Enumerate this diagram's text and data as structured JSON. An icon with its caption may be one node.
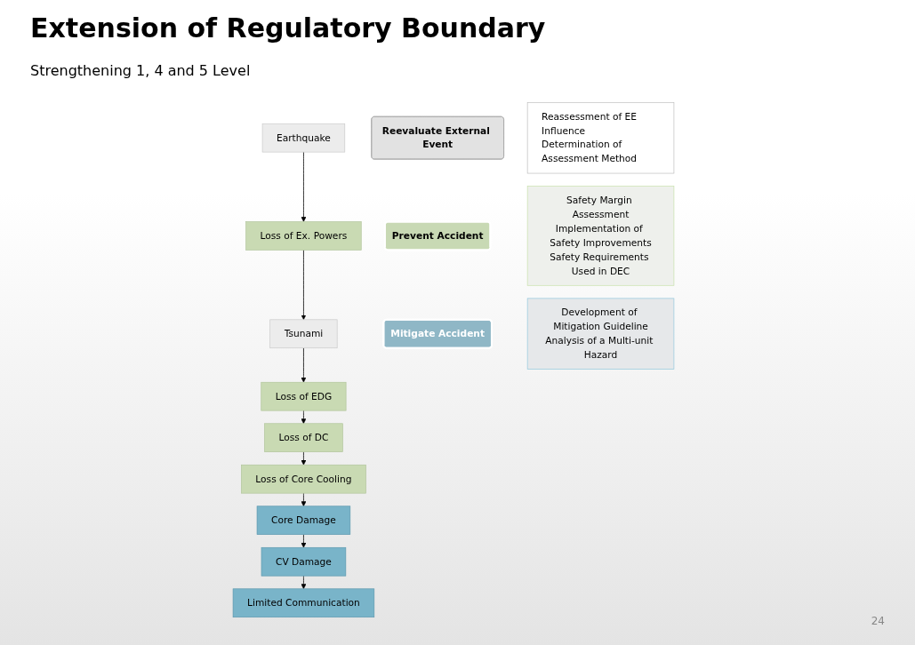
{
  "diagram": {
    "title": "Extension of Regulatory Boundary",
    "nodes": [
      {
        "text": [
          "Earthquake"
        ]
      },
      {
        "text": [
          "Loss of Ex. Powers"
        ]
      },
      {
        "text": [
          "Tsunami"
        ]
      },
      {
        "text": [
          "Loss of EDG"
        ]
      },
      {
        "text": [
          "Loss of DC"
        ]
      },
      {
        "text": [
          "Loss of Core Cooling"
        ]
      },
      {
        "text": [
          "Core Damage"
        ]
      },
      {
        "text": [
          "CV Damage"
        ]
      },
      {
        "text": [
          "Limited Communication"
        ]
      },
      {
        "text": [
          "Reevaluate External Event"
        ]
      },
      {
        "text": [
          "Reassessment of EE Influence",
          "Determination of Assessment Method"
        ]
      },
      {
        "text": [
          "Prevent Accident"
        ]
      },
      {
        "text": [
          "Safety Margin Assessment",
          "Implementation of Safety Improvements",
          "Safety Requirements Used in DEC"
        ]
      },
      {
        "text": [
          "Mitigate Accident"
        ]
      },
      {
        "text": [
          "Development of Mitigation Guideline",
          "Analysis of a Multi-unit Hazard"
        ]
      }
    ],
    "edges": [
      {
        "from": 0,
        "to": 1,
        "arrow": "to"
      },
      {
        "from": 1,
        "to": 2,
        "arrow": "to"
      },
      {
        "from": 2,
        "to": 3,
        "arrow": "to"
      },
      {
        "from": 3,
        "to": 4,
        "arrow": "to"
      },
      {
        "from": 4,
        "to": 5,
        "arrow": "to"
      },
      {
        "from": 5,
        "to": 6,
        "arrow": "to"
      },
      {
        "from": 6,
        "to": 7,
        "arrow": "to"
      },
      {
        "from": 7,
        "to": 8,
        "arrow": "to"
      }
    ],
    "labels": [
      "Strengthening 1, 4 and 5 Level",
      "24"
    ]
  }
}
